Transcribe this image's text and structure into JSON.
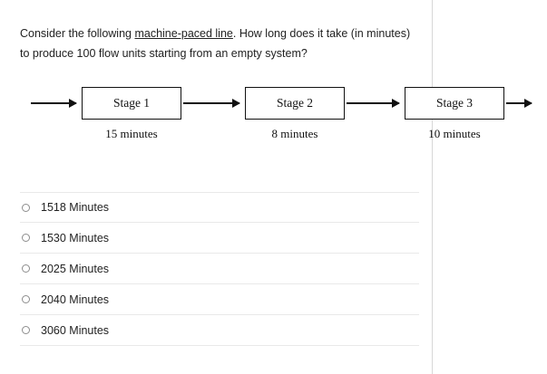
{
  "question": {
    "prefix": "Consider the following ",
    "underlined": "machine-paced line",
    "suffix": ". How long does it take (in minutes) to produce 100 flow units starting from an empty system?"
  },
  "diagram": {
    "type": "process-flow",
    "stages": [
      {
        "label": "Stage 1",
        "time": "15 minutes"
      },
      {
        "label": "Stage 2",
        "time": "8 minutes"
      },
      {
        "label": "Stage 3",
        "time": "10 minutes"
      }
    ],
    "arrow_icon": "right-arrow-icon"
  },
  "options": [
    {
      "label": "1518 Minutes",
      "selected": false
    },
    {
      "label": "1530 Minutes",
      "selected": false
    },
    {
      "label": "2025 Minutes",
      "selected": false
    },
    {
      "label": "2040 Minutes",
      "selected": false
    },
    {
      "label": "3060 Minutes",
      "selected": false
    }
  ],
  "colors": {
    "text": "#222222",
    "diagram_line": "#111111",
    "divider": "#e9e9e9",
    "rule": "#d8d8d8"
  }
}
